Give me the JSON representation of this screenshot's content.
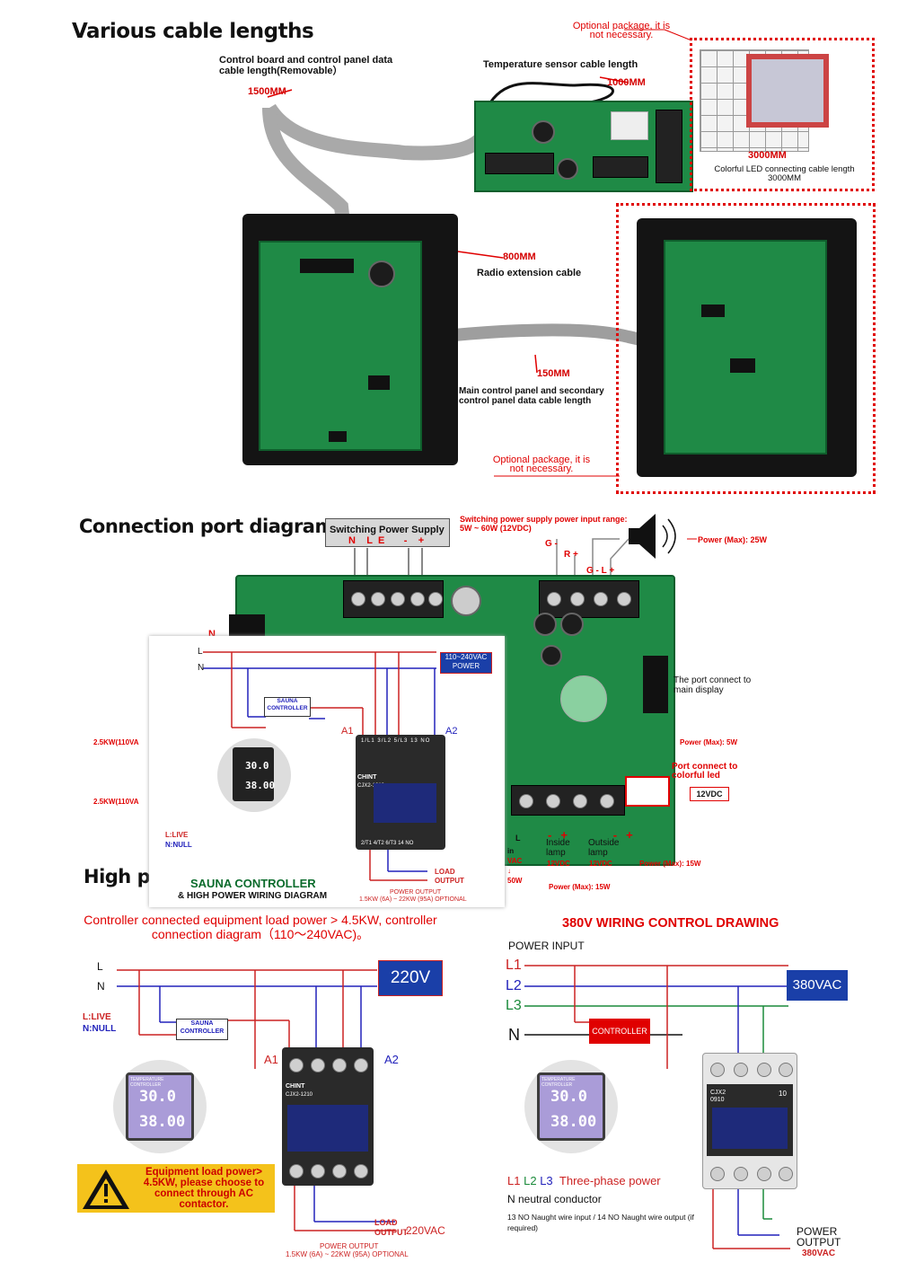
{
  "section1": {
    "title": "Various cable lengths",
    "cable_board_label": "Control board and control panel data cable length(Removable）",
    "cable_board_len": "1500MM",
    "temp_sensor_label": "Temperature sensor cable length",
    "temp_sensor_len": "1000MM",
    "optional_top": "Optional package, it is not necessary.",
    "led_len": "3000MM",
    "led_label": "Colorful LED connecting cable length 3000MM",
    "radio_len": "800MM",
    "radio_label": "Radio extension cable",
    "panel_len": "150MM",
    "panel_label": "Main control panel and secondary control panel data cable length",
    "optional_bottom": "Optional package, it is not necessary."
  },
  "section2": {
    "title": "Connection port diagram",
    "sps_label": "Switching Power Supply",
    "sps_terminals": [
      "N",
      "L",
      "E",
      "-",
      "+"
    ],
    "sps_note": "Switching power supply power input range: 5W ~ 60W (12VDC)",
    "speaker_g": "G -",
    "speaker_r": "R +",
    "speaker_gl": "G - L +",
    "speaker_power": "Power (Max): 25W",
    "port_main_display": "The port connect to main display",
    "led_power": "Power (Max): 5W",
    "led_port": "Port connect to colorful led",
    "led_voltage": "12VDC",
    "left_label_1": "2.5KW(110VA",
    "left_label_2": "2.5KW(110VA",
    "n_label": "N",
    "inside_lamp": "Inside lamp",
    "outside_lamp": "Outside lamp",
    "inside_volt": "12VDC",
    "outside_volt": "12VDC",
    "outside_power": "Power (Max): 15W",
    "inside_power": "Power (Max): 15W",
    "lamp_signs": [
      "-",
      "+",
      "-",
      "+"
    ],
    "frag_in": "in",
    "frag_vac": "VAC",
    "frag_50w": "50W",
    "frag_l": "L",
    "frag_arrow": "↓"
  },
  "overlay": {
    "l": "L",
    "n": "N",
    "voltage_box": "110~240VAC POWER",
    "sauna_box": "SAUNA CONTROLLER",
    "a1": "A1",
    "a2": "A2",
    "legend_live": "L:LIVE",
    "legend_null": "N:NULL",
    "lcd_top": "30.0",
    "lcd_bottom": "38.00",
    "contactor_brand": "CHINT",
    "contactor_model": "CJX2-1210",
    "load_output": "LOAD OUTPUT",
    "title1": "SAUNA CONTROLLER",
    "title2": "& HIGH POWER WIRING DIAGRAM",
    "power_output": "POWER OUTPUT",
    "power_range": "1.5KW (6A) ~ 22KW (95A) OPTIONAL",
    "terms_top": [
      "1/L1",
      "3/L2",
      "5/L3",
      "13 NO"
    ],
    "terms_bottom": [
      "2/T1",
      "4/T2",
      "6/T3",
      "14 NO"
    ],
    "high_frag": "High po"
  },
  "section3": {
    "left_heading": "Controller connected equipment load power > 4.5KW, controller connection diagram（110～240VAC)。",
    "l": "L",
    "n": "N",
    "voltage": "220V",
    "legend_live": "L:LIVE",
    "legend_null": "N:NULL",
    "sauna_box": "SAUNA CONTROLLER",
    "a1": "A1",
    "a2": "A2",
    "lcd_top": "30.0",
    "lcd_bottom": "38.00",
    "lcd_header": "TEMPERATURE CONTROLLER",
    "contactor_brand": "CHINT",
    "contactor_model": "CJX2-1210",
    "warning": "Equipment load power> 4.5KW, please choose to connect through AC contactor.",
    "load_output": "LOAD OUTPUT",
    "out_voltage": "220VAC",
    "power_output": "POWER OUTPUT",
    "power_range": "1.5KW (6A) ~ 22KW (95A) OPTIONAL",
    "right_heading": "380V WIRING CONTROL DRAWING",
    "power_input": "POWER INPUT",
    "l1": "L1",
    "l2": "L2",
    "l3": "L3",
    "n3": "N",
    "v380": "380VAC",
    "controller": "CONTROLLER",
    "three_phase_l1": "L1",
    "three_phase_l2": "L2",
    "three_phase_l3": "L3",
    "three_phase_text": "Three-phase power",
    "neutral": "N neutral conductor",
    "naught": "13 NO Naught wire input / 14 NO Naught wire output (if required)",
    "power_output_r": "POWER OUTPUT",
    "out_380": "380VAC",
    "model_380": "CJX2 0910",
    "model_10": "10"
  }
}
